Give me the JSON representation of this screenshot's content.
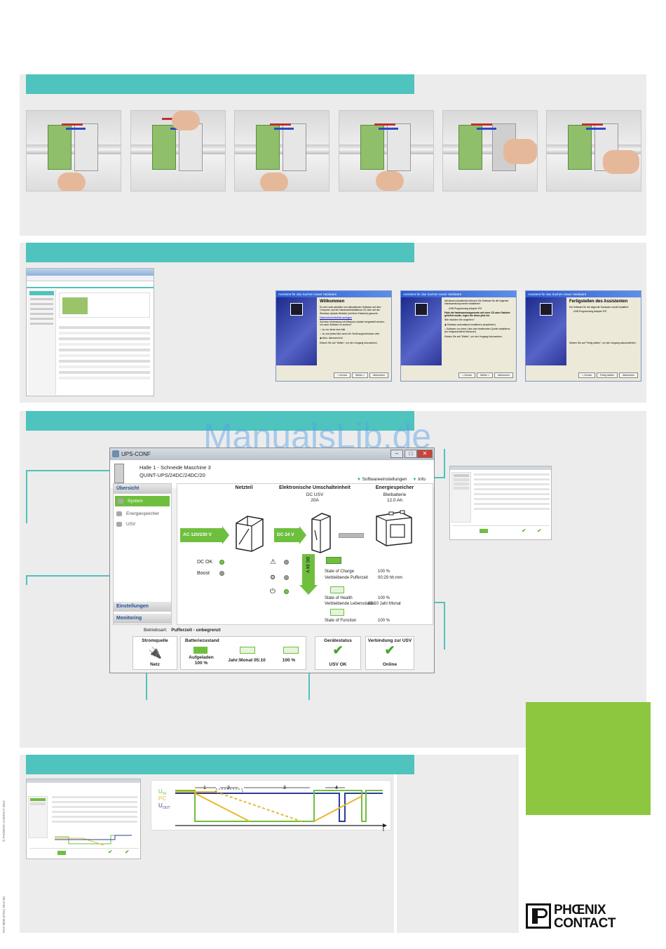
{
  "watermark": "ManualsLib.de",
  "wizard": [
    {
      "title": "Assistent für das Suchen neuer Hardware",
      "heading": "Willkommen",
      "text": "Es wird nach aktueller und aktualisierter Software auf dem Computer, auf der Hardwareinstallations-CD oder auf der Windows Update-Website (mit Ihrer Erlaubnis) gesucht.",
      "link": "Datenschutzrichtlinie anzeigen",
      "question": "Soll eine Verbindung mit Windows Update hergestellt werden, um nach Software zu suchen?",
      "options": [
        "Ja, nur diese eine Mal",
        "Ja, und jedes Mal, wenn ein Gerät angeschlossen wird",
        "Nein, diesmal nicht"
      ],
      "footer": "Klicken Sie auf \"Weiter\", um den Vorgang fortzusetzen.",
      "buttons": [
        "< Zurück",
        "Weiter >",
        "Abbrechen"
      ]
    },
    {
      "title": "Assistent für das Suchen neuer Hardware",
      "heading": "",
      "text": "Mit diesem Assistenten können Sie Software für die folgende Hardwarekomponente installieren:",
      "device": "USB Programming Adapter IFS",
      "hint": "Falls die Hardwarekomponente mit einer CD oder Diskette geliefert wurde, legen Sie diese jetzt ein.",
      "question": "Wie möchten Sie vorgehen?",
      "options": [
        "Software automatisch installieren (empfohlen)",
        "Software von einer Liste oder bestimmten Quelle installieren (für fortgeschrittene Benutzer)"
      ],
      "footer": "Klicken Sie auf \"Weiter\", um den Vorgang fortzusetzen.",
      "buttons": [
        "< Zurück",
        "Weiter >",
        "Abbrechen"
      ]
    },
    {
      "title": "Assistent für das Suchen neuer Hardware",
      "heading": "Fertigstellen des Assistenten",
      "text": "Die Software für die folgende Hardware wurde installiert:",
      "device": "USB Programming Adapter IFS",
      "footer": "Klicken Sie auf \"Fertig stellen\", um den Vorgang abzuschließen.",
      "buttons": [
        "< Zurück",
        "Fertig stellen",
        "Abbrechen"
      ]
    }
  ],
  "app": {
    "window_title": "UPS-CONF",
    "header_line1": "Halle 1 - Schneide Maschine 3",
    "header_line2": "QUINT-UPS/24DC/24DC/20",
    "link_settings": "Softwareeinstellungen",
    "link_info": "Info",
    "nav": {
      "overview": "Übersicht",
      "system": "System",
      "storage": "Energiespeicher",
      "usv": "USV",
      "settings": "Einstellungen",
      "monitoring": "Monitoring"
    },
    "diagram": {
      "col_psu": "Netzteil",
      "col_switch": "Elektronische Umschalteinheit",
      "col_switch_sub1": "DC USV",
      "col_switch_sub2": "20A",
      "col_storage": "Energiespeicher",
      "col_storage_sub1": "Bleibatterie",
      "col_storage_sub2": "12.0 Ah",
      "ac_label": "AC 120/230 V",
      "dc_label": "DC 24 V",
      "dc_vertical": "DC 24 V",
      "led_dcok": "DC OK",
      "led_boost": "Boost",
      "soc_label": "State of Charge",
      "soc_value": "100 %",
      "buffer_label": "Verbleibende Pufferzeit",
      "buffer_value": "00:29 hh:mm",
      "soh_label": "State of Health",
      "soh_value": "100 %",
      "life_label": "Verbleibende Lebensdauer",
      "life_value": "05:10 Jahr:Monat",
      "sof_label": "State of Function",
      "sof_value": "100 %"
    },
    "status": {
      "mode_label": "Betriebsart:",
      "mode_value": "Pufferzeit - unbegrenzt",
      "source_title": "Stromquelle",
      "source_value": "Netz",
      "battery_title": "Batteriezustand",
      "battery_charged": "Aufgeladen",
      "battery_charged_pct": "100 %",
      "battery_life": "Jahr:Monat 05:10",
      "battery_func": "100 %",
      "device_title": "Gerätestatus",
      "device_value": "USV OK",
      "conn_title": "Verbindung zur USV",
      "conn_value": "Online"
    }
  },
  "timing": {
    "labels": [
      "1",
      "2",
      "3",
      "4"
    ],
    "signal_names": [
      "UIN",
      "PC",
      "UOUT"
    ],
    "axis_t": "t"
  },
  "logo": {
    "line1": "PHŒNIX",
    "line2": "CONTACT"
  },
  "edge_text_1": "PHX 0890 (FVG) 2012-00",
  "edge_text_2": "© PHOENIX CONTACT 2012",
  "colors": {
    "teal": "#4fc3bd",
    "green": "#8dc63f",
    "panel": "#ececec",
    "accent_green": "#6fbf3f"
  }
}
